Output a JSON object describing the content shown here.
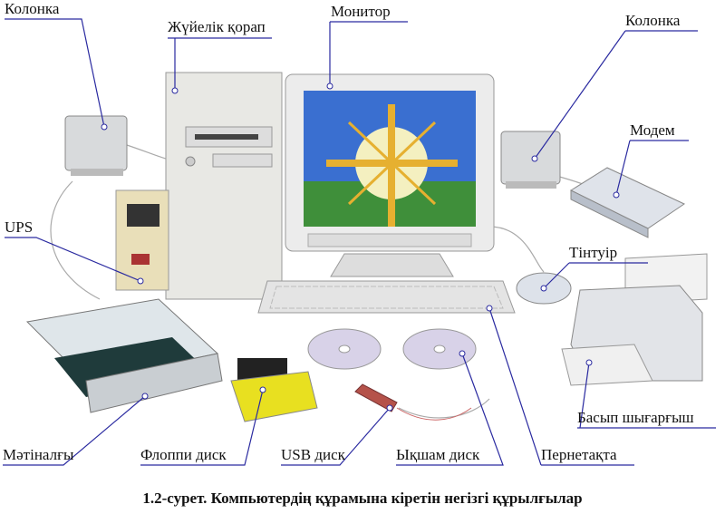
{
  "labels": {
    "speaker_left": "Колонка",
    "system_unit": "Жүйелік қорап",
    "monitor": "Монитор",
    "speaker_right": "Колонка",
    "modem": "Модем",
    "ups": "UPS",
    "mouse": "Тінтуір",
    "printer": "Басып шығарғыш",
    "scanner": "Мәтіналғы",
    "floppy": "Флоппи диск",
    "usb": "USB диск",
    "cd": "Ықшам диск",
    "keyboard": "Пернетақта"
  },
  "caption": "1.2-сурет.  Компьютердің құрамына кіретін  негізгі  құрылғылар",
  "colors": {
    "leader_line": "#2a2aa0",
    "screen_sky": "#3a6fd0",
    "screen_grass": "#3f8f3a"
  }
}
